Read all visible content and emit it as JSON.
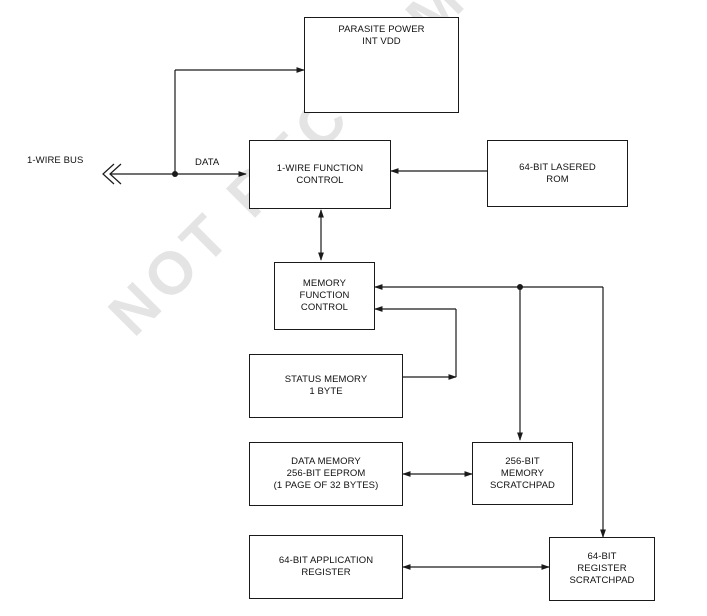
{
  "labels": {
    "bus": "1-WIRE BUS",
    "data": "DATA"
  },
  "blocks": {
    "parasite": {
      "line1": "PARASITE POWER",
      "line2": "INT VDD"
    },
    "wire_ctrl": {
      "line1": "1-WIRE FUNCTION",
      "line2": "CONTROL"
    },
    "rom": {
      "line1": "64-BIT LASERED",
      "line2": "ROM"
    },
    "mem_ctrl": {
      "line1": "MEMORY",
      "line2": "FUNCTION",
      "line3": "CONTROL"
    },
    "status": {
      "line1": "STATUS MEMORY",
      "line2": "1 BYTE"
    },
    "data_mem": {
      "line1": "DATA MEMORY",
      "line2": "256-BIT EEPROM",
      "line3": "(1 PAGE OF 32 BYTES)"
    },
    "mem_scratch": {
      "line1": "256-BIT",
      "line2": "MEMORY",
      "line3": "SCRATCHPAD"
    },
    "app_reg": {
      "line1": "64-BIT APPLICATION",
      "line2": "REGISTER"
    },
    "reg_scratch": {
      "line1": "64-BIT",
      "line2": "REGISTER",
      "line3": "SCRATCHPAD"
    }
  },
  "watermark": "NOT RECOMMENDED FOR NEW DESIGNS",
  "colors": {
    "line": "#1a1a1a",
    "watermark": "#aaaaaa"
  }
}
